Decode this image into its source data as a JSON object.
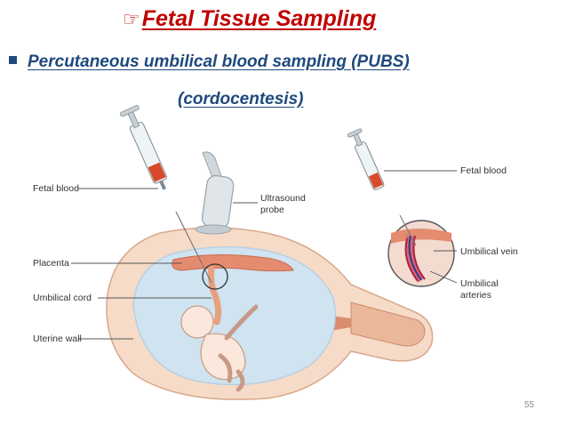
{
  "slide": {
    "title": "Fetal Tissue Sampling",
    "title_icon": "pointing-hand-icon",
    "bullet_icon": "square-bullet-icon",
    "bullet_text": "Percutaneous umbilical blood sampling (PUBS)",
    "bullet_subtext": "(cordocentesis)",
    "page_number": "55",
    "colors": {
      "title": "#c00000",
      "body": "#1f497d"
    }
  },
  "diagram": {
    "labels": {
      "fetal_blood_left": "Fetal blood",
      "ultrasound_probe_1": "Ultrasound",
      "ultrasound_probe_2": "probe",
      "placenta": "Placenta",
      "umbilical_cord": "Umbilical cord",
      "uterine_wall": "Uterine wall",
      "fetal_blood_right": "Fetal blood",
      "umbilical_vein": "Umbilical vein",
      "umbilical_arteries_1": "Umbilical",
      "umbilical_arteries_2": "arteries"
    }
  }
}
